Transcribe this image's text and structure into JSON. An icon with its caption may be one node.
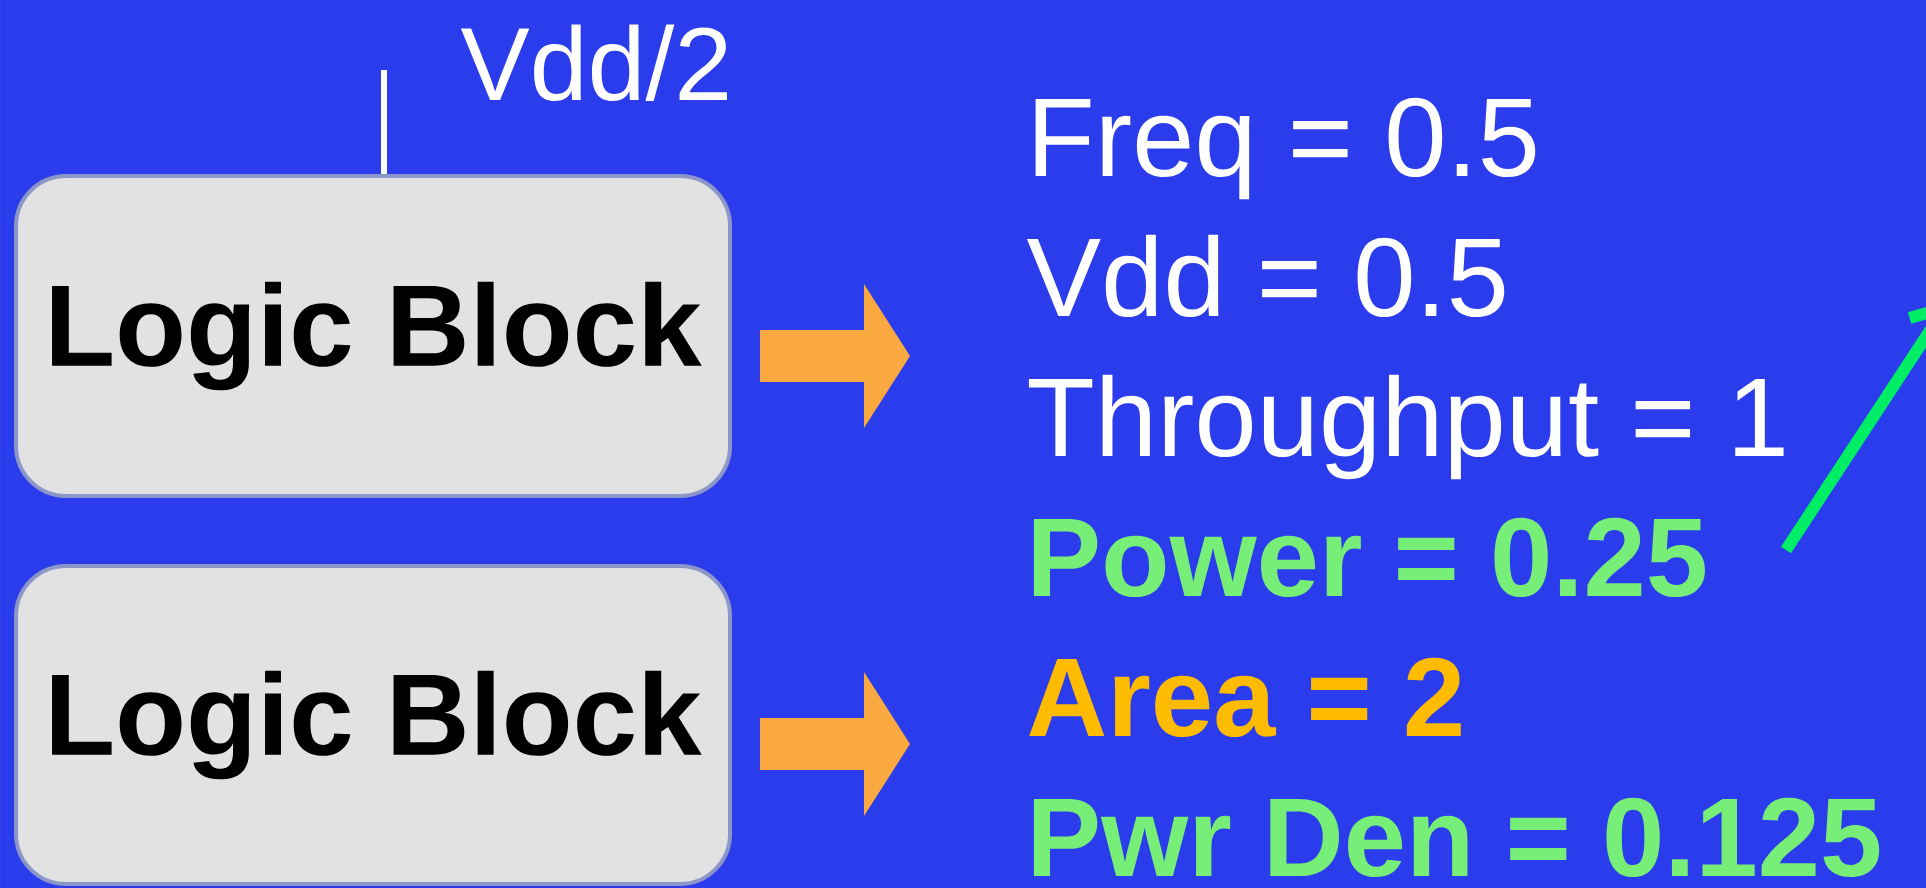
{
  "diagram": {
    "nodes": [
      {
        "text": [
          "Logic Block"
        ],
        "beside": [
          "Vdd/2"
        ]
      },
      {
        "text": [
          "Logic Block"
        ]
      }
    ],
    "labels": [
      "Freq = 0.5",
      "Vdd = 0.5",
      "Throughput = 1",
      "Power = 0.25",
      "Area = 2",
      "Pwr Den = 0.125"
    ]
  }
}
